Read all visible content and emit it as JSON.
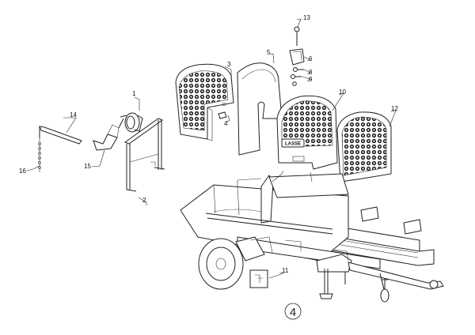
{
  "callouts": [
    {
      "id": "c1",
      "label": "1"
    },
    {
      "id": "c2",
      "label": "2"
    },
    {
      "id": "c3",
      "label": "3"
    },
    {
      "id": "c4",
      "label": "4"
    },
    {
      "id": "c5",
      "label": "5"
    },
    {
      "id": "c6",
      "label": "6"
    },
    {
      "id": "c8",
      "label": "8"
    },
    {
      "id": "c9",
      "label": "9"
    },
    {
      "id": "c10",
      "label": "10"
    },
    {
      "id": "c11",
      "label": "11"
    },
    {
      "id": "c12",
      "label": "12"
    },
    {
      "id": "c13",
      "label": "13"
    },
    {
      "id": "c14",
      "label": "14"
    },
    {
      "id": "c15",
      "label": "15"
    },
    {
      "id": "c16",
      "label": "16"
    }
  ],
  "page_mark": "4",
  "brand_badge": "LASSE"
}
